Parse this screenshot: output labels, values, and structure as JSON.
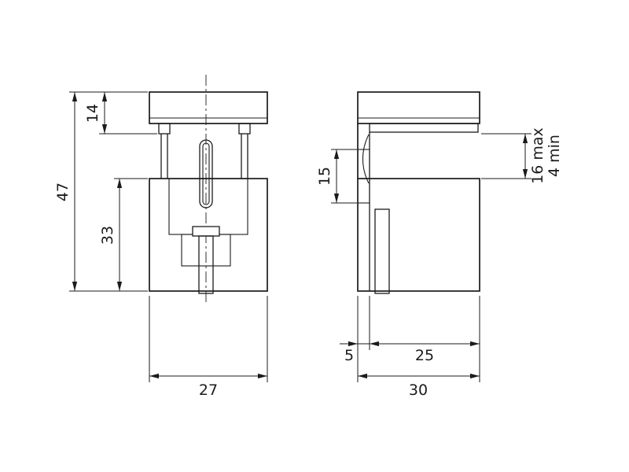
{
  "drawing": {
    "background_color": "#ffffff",
    "line_color": "#1b1b1b",
    "front_view": {
      "dim_cap_height": "14",
      "dim_total_height": "47",
      "dim_body_height": "33",
      "dim_overall_width": "27"
    },
    "side_view": {
      "dim_slot_length": "15",
      "dim_gap_max": "16 max",
      "dim_gap_min": "4 min",
      "dim_back_plate_thickness": "5",
      "dim_jaw_depth": "25",
      "dim_overall_depth": "30"
    }
  }
}
